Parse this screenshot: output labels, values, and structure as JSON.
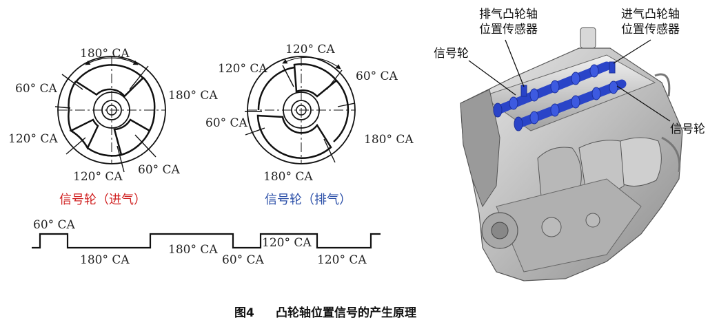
{
  "caption": {
    "figure_no": "图4",
    "title": "凸轮轴位置信号的产生原理"
  },
  "intake_wheel": {
    "title": "信号轮（进气）",
    "labels": {
      "top": "180° CA",
      "upper_left": "60° CA",
      "right": "180° CA",
      "left": "120° CA",
      "bottom": "120° CA",
      "bottom_right": "60° CA"
    }
  },
  "exhaust_wheel": {
    "title": "信号轮（排气）",
    "labels": {
      "top": "120° CA",
      "upper_left": "120° CA",
      "upper_right": "60° CA",
      "left": "60° CA",
      "right": "180° CA",
      "bottom": "180° CA"
    }
  },
  "waveform": {
    "labels": {
      "high_1": "60° CA",
      "low_1": "180° CA",
      "high_2": "180° CA",
      "low_2": "60° CA",
      "high_3": "120° CA",
      "low_3": "120° CA"
    }
  },
  "engine": {
    "labels": {
      "exhaust_sensor_line1": "排气凸轮轴",
      "exhaust_sensor_line2": "位置传感器",
      "intake_sensor_line1": "进气凸轮轴",
      "intake_sensor_line2": "位置传感器",
      "signal_wheel_left": "信号轮",
      "signal_wheel_right": "信号轮"
    },
    "colors": {
      "camshaft": "#2a44c8"
    }
  }
}
